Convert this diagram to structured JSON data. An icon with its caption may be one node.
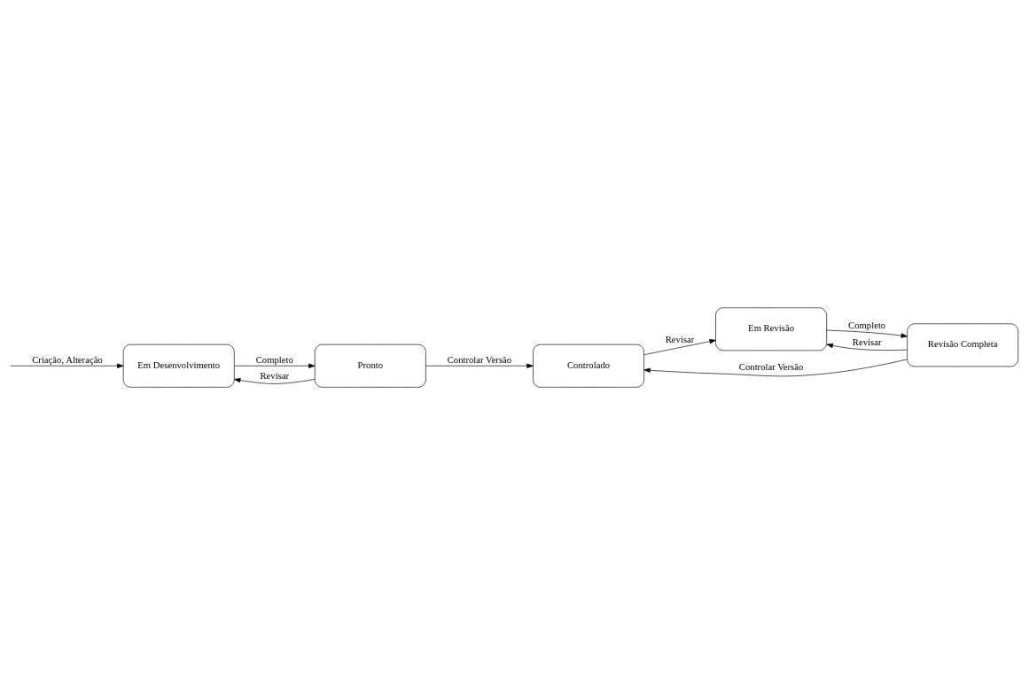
{
  "diagram": {
    "nodes": [
      {
        "text": [
          "Em Desenvolvimento"
        ]
      },
      {
        "text": [
          "Pronto"
        ]
      },
      {
        "text": [
          "Controlado"
        ]
      },
      {
        "text": [
          "Revisão Completa"
        ]
      },
      {
        "text": [
          "Em Revisão"
        ]
      }
    ],
    "edges": [
      {
        "from": null,
        "to": 0,
        "arrow": "to",
        "label": "Criação, Alteração"
      },
      {
        "from": 0,
        "to": 1,
        "arrow": "to",
        "label": "Completo"
      },
      {
        "from": 1,
        "to": 0,
        "arrow": "to",
        "label": "Revisar"
      },
      {
        "from": 1,
        "to": 2,
        "arrow": "to",
        "label": "Controlar Versão"
      },
      {
        "from": 3,
        "to": 2,
        "arrow": "to",
        "label": "Controlar Versão"
      },
      {
        "from": 3,
        "to": 4,
        "arrow": "to",
        "label": "Revisar"
      },
      {
        "from": 2,
        "to": 4,
        "arrow": "to",
        "label": "Revisar"
      },
      {
        "from": 4,
        "to": 3,
        "arrow": "to",
        "label": "Completo"
      }
    ]
  }
}
